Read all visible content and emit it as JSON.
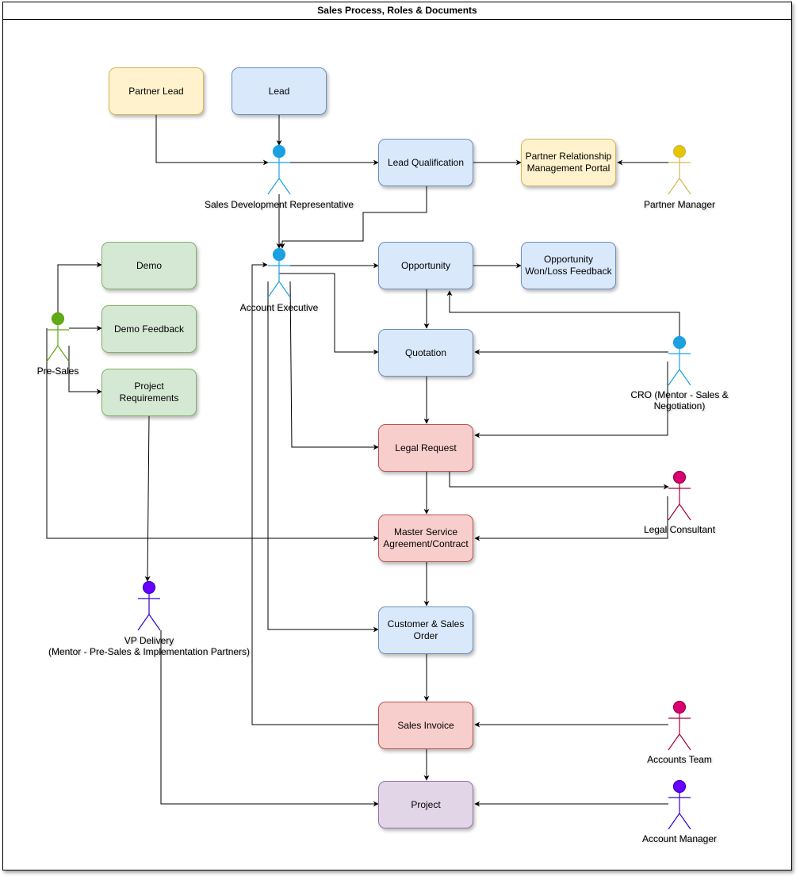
{
  "title": "Sales Process, Roles & Documents",
  "boxes": {
    "partner_lead": "Partner Lead",
    "lead": "Lead",
    "lead_qualification": "Lead Qualification",
    "prm_portal": "Partner Relationship\nManagement Portal",
    "demo": "Demo",
    "demo_feedback": "Demo Feedback",
    "project_requirements": "Project Requirements",
    "opportunity": "Opportunity",
    "opportunity_feedback": "Opportunity\nWon/Loss Feedback",
    "quotation": "Quotation",
    "legal_request": "Legal Request",
    "msa": "Master Service\nAgreement/Contract",
    "customer_sales_order": "Customer & Sales\nOrder",
    "sales_invoice": "Sales Invoice",
    "project": "Project"
  },
  "actors": {
    "sdr": "Sales Development Representative",
    "partner_manager": "Partner Manager",
    "account_executive": "Account Executive",
    "pre_sales": "Pre-Sales",
    "cro": "CRO (Mentor - Sales & Negotiation)",
    "legal_consultant": "Legal Consultant",
    "vp_delivery": "VP Delivery\n(Mentor - Pre-Sales & Implementation Partners)",
    "accounts_team": "Accounts Team",
    "account_manager": "Account Manager"
  },
  "colors": {
    "blue_actor": "#1ba1e2",
    "green_actor": "#60a917",
    "yellow_actor": "#e3c800",
    "pink_actor": "#d80073",
    "violet_actor": "#6a00ff"
  }
}
